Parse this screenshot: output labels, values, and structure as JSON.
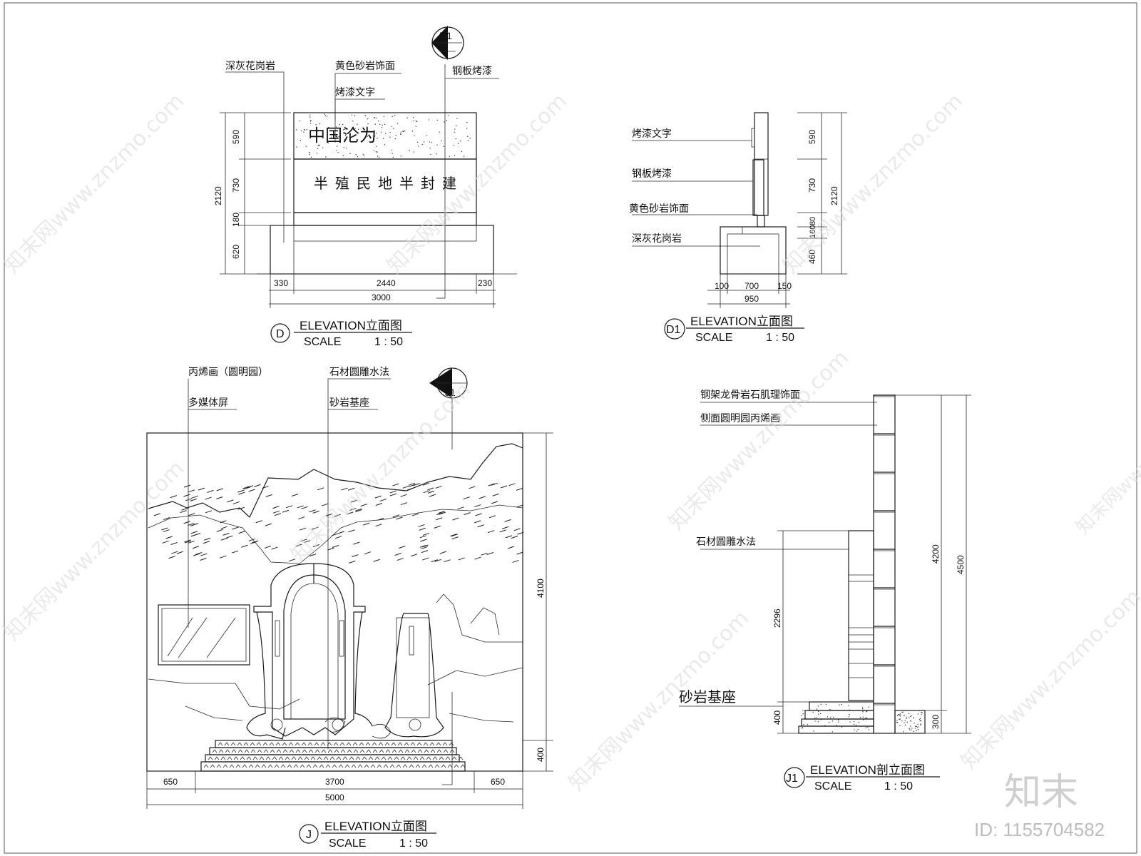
{
  "drawing_d": {
    "callouts": [
      "深灰花岗岩",
      "黄色砂岩饰面",
      "烤漆文字",
      "钢板烤漆"
    ],
    "section_marker": "D1",
    "sign_line1": "中国沦为",
    "sign_line2": "半殖民地半封建",
    "vert_dims": [
      "590",
      "730",
      "180",
      "620"
    ],
    "overall_height": "2120",
    "horiz_dims": [
      "330",
      "2440",
      "230"
    ],
    "overall_width": "3000",
    "title_id": "D",
    "title": "ELEVATION立面图",
    "scale_label": "SCALE",
    "scale_value": "1 : 50"
  },
  "drawing_d1": {
    "callouts": [
      "烤漆文字",
      "钢板烤漆",
      "黄色砂岩饰面",
      "深灰花岗岩"
    ],
    "vert_dims": [
      "590",
      "730",
      "80",
      "160",
      "460"
    ],
    "overall_height": "2120",
    "horiz_dims": [
      "100",
      "700",
      "150"
    ],
    "overall_width": "950",
    "title_id": "D1",
    "title": "ELEVATION立面图",
    "scale_label": "SCALE",
    "scale_value": "1 : 50"
  },
  "drawing_j": {
    "callouts": [
      "丙烯画（圆明园）",
      "多媒体屏",
      "石材圆雕水法",
      "砂岩基座"
    ],
    "section_marker": "J1",
    "vert_dims": [
      "4100",
      "400"
    ],
    "horiz_dims": [
      "650",
      "3700",
      "650"
    ],
    "overall_width": "5000",
    "title_id": "J",
    "title": "ELEVATION立面图",
    "scale_label": "SCALE",
    "scale_value": "1 : 50"
  },
  "drawing_j1": {
    "callouts": [
      "钢架龙骨岩石肌理饰面",
      "侧面圆明园丙烯画",
      "石材圆雕水法"
    ],
    "big_label": "砂岩基座",
    "vert_dims": [
      "2296",
      "400",
      "4200",
      "300",
      "4500"
    ],
    "title_id": "J1",
    "title": "ELEVATION剖立面图",
    "scale_label": "SCALE",
    "scale_value": "1 : 50"
  },
  "watermark": {
    "text": "知末网www.znzmo.com",
    "logo": "知末",
    "id": "ID: 1155704582"
  }
}
